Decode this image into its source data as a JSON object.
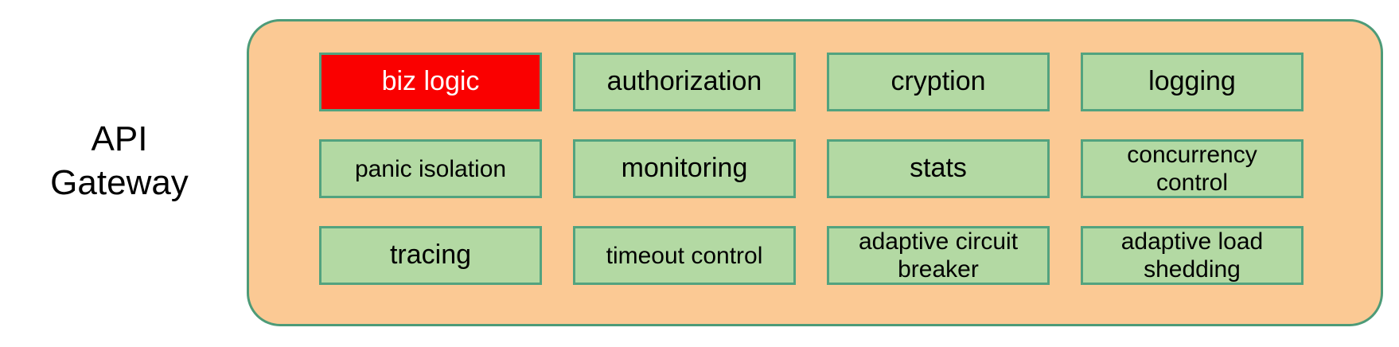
{
  "diagram": {
    "side_label": "API\nGateway",
    "container": {
      "fill_color": "#fbc994",
      "border_color": "#4d9b78"
    },
    "box_style": {
      "fill_color": "#b3d9a3",
      "border_color": "#52a37f",
      "highlight_fill_color": "#fa0000",
      "highlight_text_color": "#ffffff"
    },
    "modules": [
      {
        "label": "biz logic",
        "highlighted": true
      },
      {
        "label": "authorization",
        "highlighted": false
      },
      {
        "label": "cryption",
        "highlighted": false
      },
      {
        "label": "logging",
        "highlighted": false
      },
      {
        "label": "panic isolation",
        "highlighted": false
      },
      {
        "label": "monitoring",
        "highlighted": false
      },
      {
        "label": "stats",
        "highlighted": false
      },
      {
        "label": "concurrency\ncontrol",
        "highlighted": false
      },
      {
        "label": "tracing",
        "highlighted": false
      },
      {
        "label": "timeout control",
        "highlighted": false
      },
      {
        "label": "adaptive circuit\nbreaker",
        "highlighted": false
      },
      {
        "label": "adaptive load\nshedding",
        "highlighted": false
      }
    ]
  }
}
